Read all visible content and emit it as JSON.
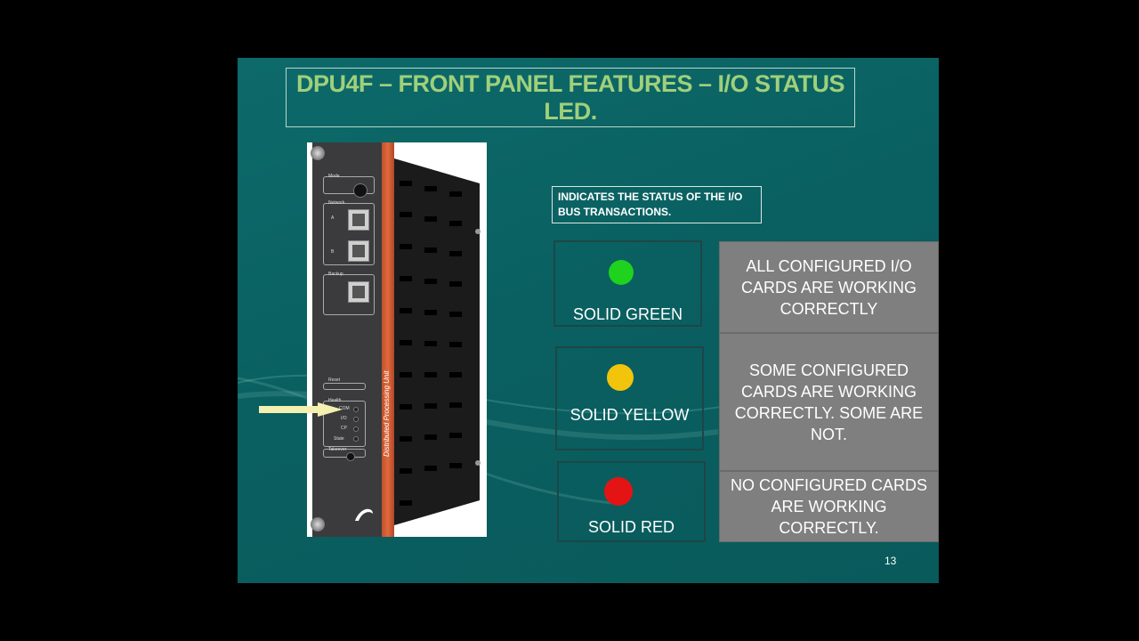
{
  "slide": {
    "title": "DPU4F – FRONT PANEL FEATURES  – I/O STATUS LED.",
    "description": "INDICATES THE STATUS OF THE I/O BUS TRANSACTIONS.",
    "page_number": "13"
  },
  "device": {
    "stripe_label": "Distributed Processing Unit",
    "labels": {
      "mode": "Mode",
      "network": "Network",
      "port_a": "A",
      "port_b": "B",
      "backup": "Backup",
      "reset": "Reset",
      "health": "Health",
      "com": "COM",
      "io": "I/O",
      "cp": "CP",
      "state": "State",
      "takeover": "Takeover"
    }
  },
  "leds": [
    {
      "label": "SOLID GREEN",
      "color": "#1ed21e",
      "description": "ALL CONFIGURED I/O CARDS ARE WORKING CORRECTLY"
    },
    {
      "label": "SOLID YELLOW",
      "color": "#f2c40c",
      "description": "SOME CONFIGURED CARDS ARE WORKING CORRECTLY. SOME ARE NOT."
    },
    {
      "label": "SOLID RED",
      "color": "#e41414",
      "description": "NO CONFIGURED CARDS ARE WORKING CORRECTLY."
    }
  ],
  "colors": {
    "title": "#9fd07a",
    "slide_background": "#0a6061",
    "status_box": "#7f7f7f",
    "arrow": "#f4f0b0"
  }
}
